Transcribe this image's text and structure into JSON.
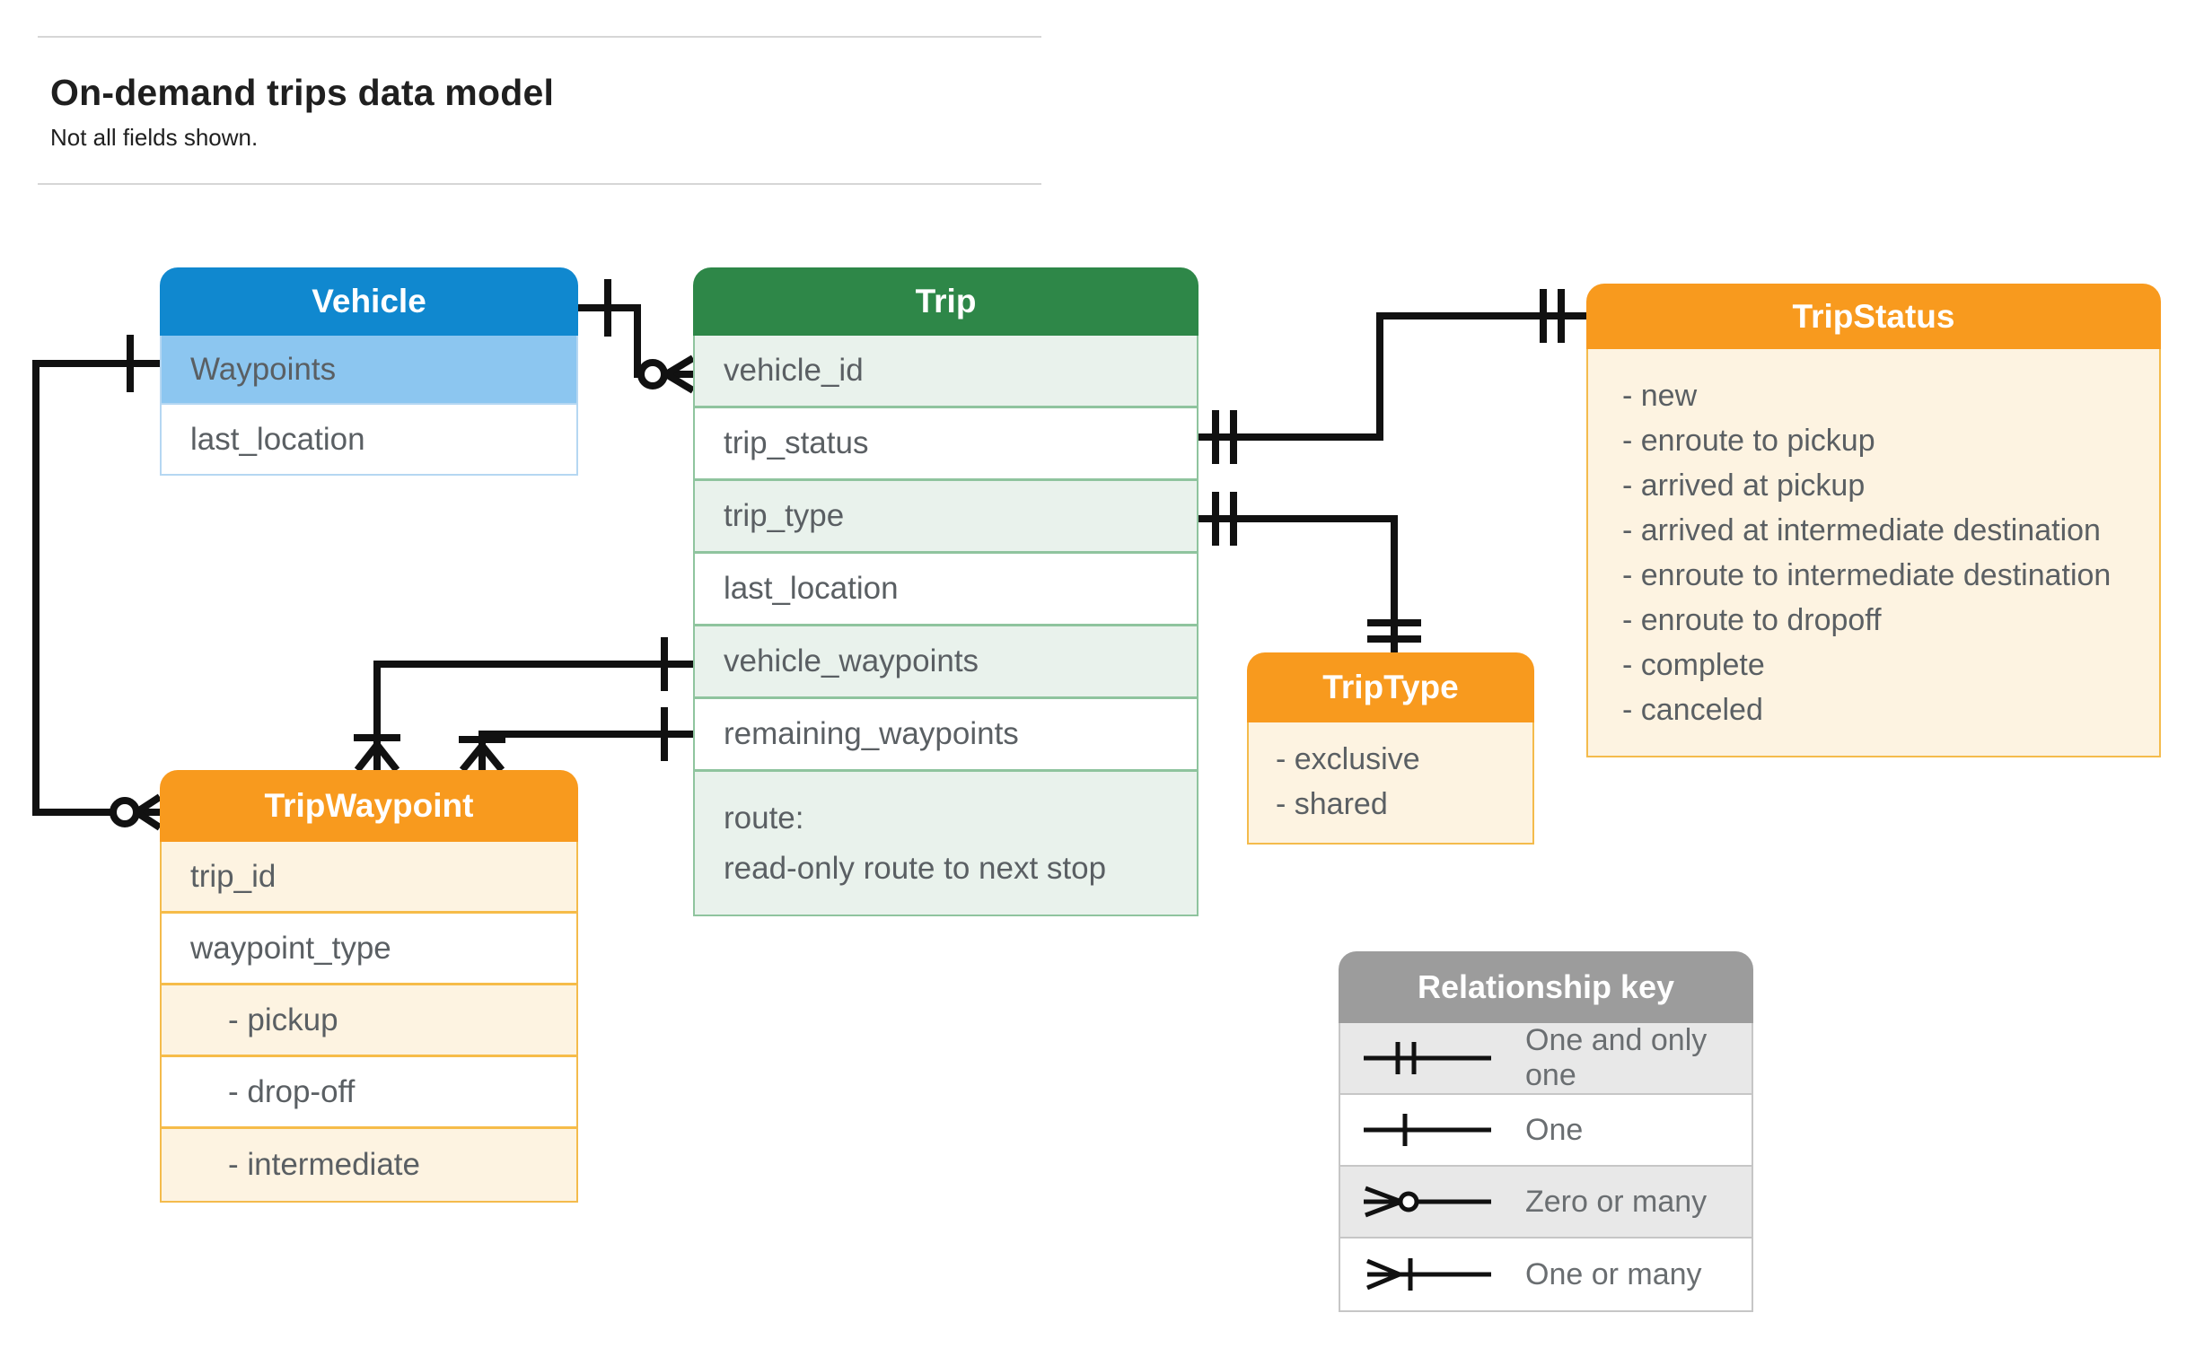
{
  "page": {
    "title": "On-demand trips data model",
    "subtitle": "Not all fields shown."
  },
  "tables": {
    "vehicle": {
      "title": "Vehicle",
      "fields": [
        "Waypoints",
        "last_location"
      ]
    },
    "trip": {
      "title": "Trip",
      "fields": [
        "vehicle_id",
        "trip_status",
        "trip_type",
        "last_location",
        "vehicle_waypoints",
        "remaining_waypoints"
      ],
      "route_lines": [
        "route:",
        "read-only route to next stop"
      ]
    },
    "trip_status": {
      "title": "TripStatus",
      "values": [
        "- new",
        "- enroute to pickup",
        "- arrived at pickup",
        "- arrived at intermediate destination",
        "- enroute to intermediate destination",
        "- enroute to dropoff",
        "- complete",
        "- canceled"
      ]
    },
    "trip_type": {
      "title": "TripType",
      "values": [
        "- exclusive",
        "- shared"
      ]
    },
    "trip_waypoint": {
      "title": "TripWaypoint",
      "fields": [
        "trip_id",
        "waypoint_type"
      ],
      "values": [
        "- pickup",
        "- drop-off",
        "- intermediate"
      ]
    }
  },
  "relationships": [
    {
      "from": "Vehicle",
      "to": "Trip.vehicle_id",
      "from_cardinality": "one",
      "to_cardinality": "zero-or-many"
    },
    {
      "from": "Trip.trip_status",
      "to": "TripStatus",
      "from_cardinality": "one-and-only-one",
      "to_cardinality": "one-and-only-one"
    },
    {
      "from": "Trip.trip_type",
      "to": "TripType",
      "from_cardinality": "one-and-only-one",
      "to_cardinality": "one-and-only-one"
    },
    {
      "from": "Trip.vehicle_waypoints",
      "to": "TripWaypoint",
      "from_cardinality": "one",
      "to_cardinality": "one-or-many"
    },
    {
      "from": "Trip.remaining_waypoints",
      "to": "TripWaypoint",
      "from_cardinality": "one",
      "to_cardinality": "one-or-many"
    },
    {
      "from": "Vehicle.Waypoints",
      "to": "TripWaypoint",
      "from_cardinality": "one",
      "to_cardinality": "zero-or-many"
    }
  ],
  "key": {
    "title": "Relationship key",
    "rows": [
      {
        "icon": "one-and-only-one-symbol",
        "label": "One and only one"
      },
      {
        "icon": "one-symbol",
        "label": "One"
      },
      {
        "icon": "zero-or-many-symbol",
        "label": "Zero or many"
      },
      {
        "icon": "one-or-many-symbol",
        "label": "One or many"
      }
    ]
  },
  "colors": {
    "blue": "#1088cf",
    "blueLight": "#8cc6f0",
    "blueBorder": "#b5d7f2",
    "green": "#2e8748",
    "greenLight": "#e9f2ec",
    "greenBorder": "#8fc49e",
    "orange": "#f89a1e",
    "cream": "#fdf3e1",
    "orangeBorder": "#f4bb4c",
    "grayHeader": "#9c9c9c",
    "grayLight": "#e8e8e8",
    "grayBorder": "#c6c6c6",
    "text": "#5a5f63",
    "title": "#1f1f1f",
    "line": "#111111",
    "rule": "#d6d6d6"
  }
}
